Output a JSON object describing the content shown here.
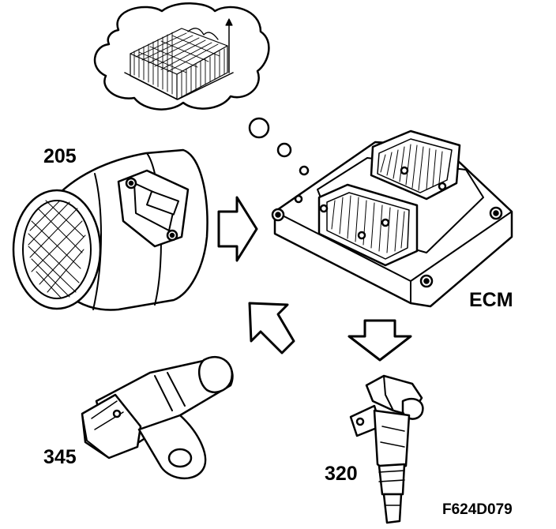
{
  "labels": {
    "maf_sensor": "205",
    "ecm": "ECM",
    "crank_sensor": "345",
    "ignition_coil": "320",
    "figure_code": "F624D079"
  },
  "colors": {
    "line": "#000000",
    "fill": "#ffffff"
  },
  "icons": {
    "thought_bubble": "thought-cloud-icon",
    "flow_arrow": "outline-arrow-icon"
  }
}
